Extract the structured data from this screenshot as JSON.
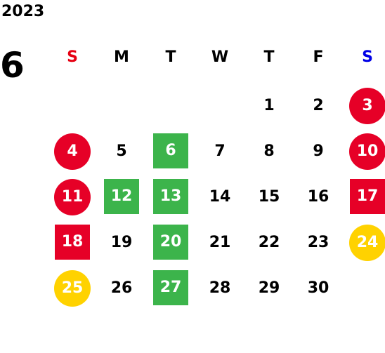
{
  "calendar": {
    "year": "2023",
    "month": "6",
    "weekdays": [
      "S",
      "M",
      "T",
      "W",
      "T",
      "F",
      "S"
    ],
    "weeks": [
      [
        {
          "day": "",
          "style": "empty"
        },
        {
          "day": "",
          "style": "empty"
        },
        {
          "day": "",
          "style": "empty"
        },
        {
          "day": "",
          "style": "empty"
        },
        {
          "day": "1",
          "style": "plain"
        },
        {
          "day": "2",
          "style": "plain"
        },
        {
          "day": "3",
          "style": "red-circle"
        }
      ],
      [
        {
          "day": "4",
          "style": "red-circle"
        },
        {
          "day": "5",
          "style": "plain"
        },
        {
          "day": "6",
          "style": "green-square"
        },
        {
          "day": "7",
          "style": "plain"
        },
        {
          "day": "8",
          "style": "plain"
        },
        {
          "day": "9",
          "style": "plain"
        },
        {
          "day": "10",
          "style": "red-circle"
        }
      ],
      [
        {
          "day": "11",
          "style": "red-circle"
        },
        {
          "day": "12",
          "style": "green-square"
        },
        {
          "day": "13",
          "style": "green-square"
        },
        {
          "day": "14",
          "style": "plain"
        },
        {
          "day": "15",
          "style": "plain"
        },
        {
          "day": "16",
          "style": "plain"
        },
        {
          "day": "17",
          "style": "red-square"
        }
      ],
      [
        {
          "day": "18",
          "style": "red-square"
        },
        {
          "day": "19",
          "style": "plain"
        },
        {
          "day": "20",
          "style": "green-square"
        },
        {
          "day": "21",
          "style": "plain"
        },
        {
          "day": "22",
          "style": "plain"
        },
        {
          "day": "23",
          "style": "plain"
        },
        {
          "day": "24",
          "style": "yellow-circle"
        }
      ],
      [
        {
          "day": "25",
          "style": "yellow-circle"
        },
        {
          "day": "26",
          "style": "plain"
        },
        {
          "day": "27",
          "style": "green-square"
        },
        {
          "day": "28",
          "style": "plain"
        },
        {
          "day": "29",
          "style": "plain"
        },
        {
          "day": "30",
          "style": "plain"
        },
        {
          "day": "",
          "style": "empty"
        }
      ]
    ],
    "colors": {
      "sunday_header": "#e60012",
      "saturday_header": "#0000e6",
      "red": "#e60027",
      "green": "#3cb44b",
      "yellow": "#ffd200"
    }
  }
}
